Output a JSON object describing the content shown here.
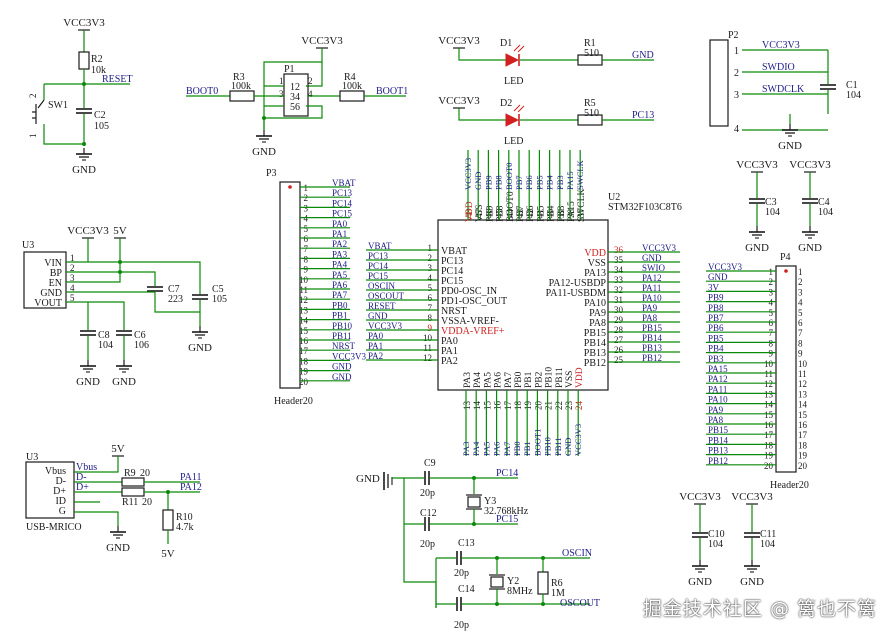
{
  "colors": {
    "wire": "#0a8a0a",
    "pin": "#2a2aa0",
    "part": "#1a1a1a",
    "label": "#20208a",
    "red": "#d02020",
    "body": "#b43232",
    "accent": "#a02020"
  },
  "power": {
    "vcc": "VCC3V3",
    "gnd": "GND",
    "v5": "5V"
  },
  "sw": {
    "ref": "SW1",
    "r_ref": "R2",
    "r_val": "10k",
    "c_ref": "C2",
    "c_val": "105",
    "net": "RESET",
    "pin1": "1",
    "pin2": "2"
  },
  "p1": {
    "ref": "P1",
    "r3": "R3",
    "r3v": "100k",
    "r4": "R4",
    "r4v": "100k",
    "n_left": "BOOT0",
    "n_right": "BOOT1",
    "pins": [
      "1",
      "2",
      "3",
      "4",
      "5",
      "6"
    ]
  },
  "leds": [
    {
      "ref": "D1",
      "label": "LED",
      "r": "R1",
      "rv": "510",
      "net": "GND"
    },
    {
      "ref": "D2",
      "label": "LED",
      "r": "R5",
      "rv": "510",
      "net": "PC13"
    }
  ],
  "p2": {
    "ref": "P2",
    "c": "C1",
    "cv": "104",
    "pins": [
      {
        "n": "1",
        "net": "VCC3V3"
      },
      {
        "n": "2",
        "net": "SWDIO"
      },
      {
        "n": "3",
        "net": "SWDCLK"
      },
      {
        "n": "4",
        "net": ""
      }
    ]
  },
  "caps_top": [
    {
      "ref": "C3",
      "val": "104"
    },
    {
      "ref": "C4",
      "val": "104"
    }
  ],
  "caps_bot": [
    {
      "ref": "C10",
      "val": "104"
    },
    {
      "ref": "C11",
      "val": "104"
    }
  ],
  "p3": {
    "ref": "P3",
    "footer": "Header20",
    "nets": [
      "VBAT",
      "PC13",
      "PC14",
      "PC15",
      "PA0",
      "PA1",
      "PA2",
      "PA3",
      "PA4",
      "PA5",
      "PA6",
      "PA7",
      "PB0",
      "PB1",
      "PB10",
      "PB11",
      "NRST",
      "VCC3V3",
      "GND",
      "GND"
    ]
  },
  "p4": {
    "ref": "P4",
    "footer": "Header20",
    "nets": [
      "VCC3V3",
      "GND",
      "3V",
      "PB9",
      "PB8",
      "PB7",
      "PB6",
      "PB5",
      "PB4",
      "PB3",
      "PA15",
      "PA12",
      "PA11",
      "PA10",
      "PA9",
      "PA8",
      "PB15",
      "PB14",
      "PB13",
      "PB12"
    ]
  },
  "u3reg": {
    "ref": "U3",
    "pins": [
      "VIN",
      "BP",
      "EN",
      "GND",
      "VOUT"
    ],
    "c7": "C7",
    "c7v": "223",
    "c5": "C5",
    "c5v": "105",
    "c8": "C8",
    "c8v": "104",
    "c6": "C6",
    "c6v": "106"
  },
  "usb": {
    "ref": "U3",
    "name": "USB-MRICO",
    "pins": [
      "Vbus",
      "D-",
      "D+",
      "ID",
      "G"
    ],
    "r9": "R9",
    "r9v": "20",
    "r11": "R11",
    "r11v": "20",
    "r10": "R10",
    "r10v": "4.7k",
    "n1": "PA11",
    "n2": "PA12"
  },
  "mcu": {
    "ref": "U2",
    "part": "STM32F103C8T6",
    "left": [
      {
        "n": "1",
        "name": "VBAT",
        "net": "VBAT"
      },
      {
        "n": "2",
        "name": "PC13",
        "net": "PC13"
      },
      {
        "n": "3",
        "name": "PC14",
        "net": "PC14"
      },
      {
        "n": "4",
        "name": "PC15",
        "net": "PC15"
      },
      {
        "n": "5",
        "name": "PD0-OSC_IN",
        "net": "OSCIN"
      },
      {
        "n": "6",
        "name": "PD1-OSC_OUT",
        "net": "OSCOUT"
      },
      {
        "n": "7",
        "name": "NRST",
        "net": "RESET"
      },
      {
        "n": "8",
        "name": "VSSA-VREF-",
        "net": "GND"
      },
      {
        "n": "9",
        "name": "VDDA-VREF+",
        "net": "VCC3V3",
        "red": true
      },
      {
        "n": "10",
        "name": "PA0",
        "net": "PA0"
      },
      {
        "n": "11",
        "name": "PA1",
        "net": "PA1"
      },
      {
        "n": "12",
        "name": "PA2",
        "net": "PA2"
      }
    ],
    "right": [
      {
        "n": "36",
        "name": "VDD",
        "net": "VCC3V3",
        "red": true
      },
      {
        "n": "35",
        "name": "VSS",
        "net": "GND"
      },
      {
        "n": "34",
        "name": "PA13",
        "net": "SWIO"
      },
      {
        "n": "33",
        "name": "PA12-USBDP",
        "net": "PA12"
      },
      {
        "n": "32",
        "name": "PA11-USBDM",
        "net": "PA11"
      },
      {
        "n": "31",
        "name": "PA10",
        "net": "PA10"
      },
      {
        "n": "30",
        "name": "PA9",
        "net": "PA9"
      },
      {
        "n": "29",
        "name": "PA8",
        "net": "PA8"
      },
      {
        "n": "28",
        "name": "PB15",
        "net": "PB15"
      },
      {
        "n": "27",
        "name": "PB14",
        "net": "PB14"
      },
      {
        "n": "26",
        "name": "PB13",
        "net": "PB13"
      },
      {
        "n": "25",
        "name": "PB12",
        "net": "PB12"
      }
    ],
    "top": [
      {
        "n": "48",
        "name": "VDD",
        "net": "VCC3V3",
        "red": true
      },
      {
        "n": "47",
        "name": "VSS",
        "net": "GND"
      },
      {
        "n": "46",
        "name": "PB9",
        "net": "PB9"
      },
      {
        "n": "45",
        "name": "PB8",
        "net": "PB8"
      },
      {
        "n": "44",
        "name": "BOOT0",
        "net": "BOOT0"
      },
      {
        "n": "43",
        "name": "PB7",
        "net": "PB7"
      },
      {
        "n": "42",
        "name": "PB6",
        "net": "PB6"
      },
      {
        "n": "41",
        "name": "PB5",
        "net": "PB5"
      },
      {
        "n": "40",
        "name": "PB4",
        "net": "PB4"
      },
      {
        "n": "39",
        "name": "PB3",
        "net": "PB3"
      },
      {
        "n": "38",
        "name": "PA15",
        "net": "PA15"
      },
      {
        "n": "37",
        "name": "SWCLK",
        "net": "SWCLK"
      }
    ],
    "bottom": [
      {
        "n": "13",
        "name": "PA3",
        "net": "PA3"
      },
      {
        "n": "14",
        "name": "PA4",
        "net": "PA4"
      },
      {
        "n": "15",
        "name": "PA5",
        "net": "PA5"
      },
      {
        "n": "16",
        "name": "PA6",
        "net": "PA6"
      },
      {
        "n": "17",
        "name": "PA7",
        "net": "PA7"
      },
      {
        "n": "18",
        "name": "PB0",
        "net": "PB0"
      },
      {
        "n": "19",
        "name": "PB1",
        "net": "PB1"
      },
      {
        "n": "20",
        "name": "PB2",
        "net": "BOOT1"
      },
      {
        "n": "21",
        "name": "PB10",
        "net": "PB10"
      },
      {
        "n": "22",
        "name": "PB11",
        "net": "PB11"
      },
      {
        "n": "23",
        "name": "VSS",
        "net": "GND"
      },
      {
        "n": "24",
        "name": "VDD",
        "net": "VCC3V3",
        "red": true
      }
    ]
  },
  "osc": {
    "c9": "C9",
    "c9v": "20p",
    "c12": "C12",
    "c12v": "20p",
    "y3": "Y3",
    "y3v": "32.768kHz",
    "c13": "C13",
    "c13v": "20p",
    "c14": "C14",
    "c14v": "20p",
    "y2": "Y2",
    "y2v": "8MHz",
    "r6": "R6",
    "r6v": "1M",
    "n_pc14": "PC14",
    "n_pc15": "PC15",
    "n_oscin": "OSCIN",
    "n_oscout": "OSCOUT"
  },
  "watermark": "掘金技术社区 @ 篱也不篱"
}
